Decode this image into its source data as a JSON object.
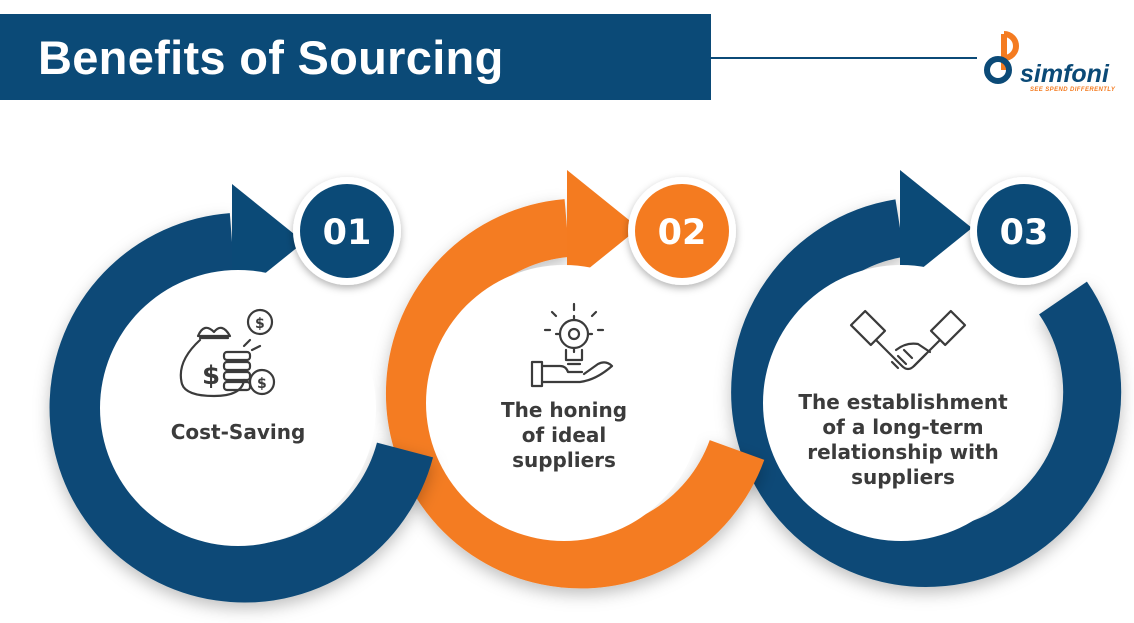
{
  "header": {
    "title": "Benefits of Sourcing"
  },
  "logo": {
    "name": "simfoni",
    "tagline": "SEE SPEND DIFFERENTLY"
  },
  "steps": [
    {
      "number": "01",
      "label": "Cost-Saving",
      "color": "#0b4a77",
      "icon": "money-bag-coins-icon"
    },
    {
      "number": "02",
      "label": "The honing of ideal suppliers",
      "color": "#f47b20",
      "icon": "hand-lightbulb-gear-icon"
    },
    {
      "number": "03",
      "label": "The establishment of a long-term relationship with suppliers",
      "color": "#0b4a77",
      "icon": "handshake-icon"
    }
  ],
  "colors": {
    "navy": "#0b4a77",
    "orange": "#f47b20",
    "text": "#3b3b3b"
  }
}
